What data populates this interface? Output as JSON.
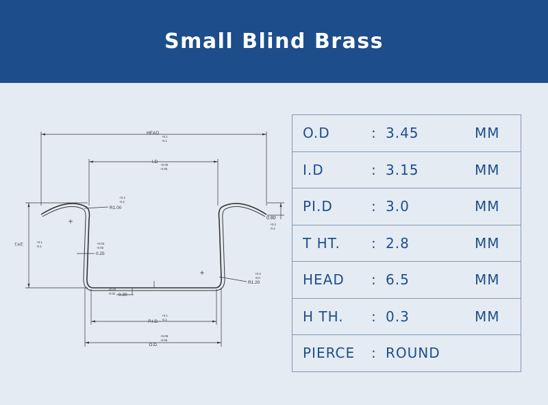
{
  "title": "Small Blind Brass",
  "drawing": {
    "head_label": "HEAD",
    "head_tol_plus": "+0.1",
    "head_tol_minus": "-0.1",
    "id_label": "I.D",
    "id_tol_plus": "+0.05",
    "id_tol_minus": "-0.05",
    "r_top_tol_plus": "+0.2",
    "r_top_tol_minus": "-0.2",
    "r_top_label": "R1.00",
    "tht_label": "T.HT.",
    "tht_tol_plus": "+0.1",
    "tht_tol_minus": "-0.1",
    "wall_tol_plus": "+0.02",
    "wall_tol_minus": "-0.02",
    "wall_label": "0.25",
    "lip_label": "0.80",
    "lip_tol_plus": "+0.2",
    "lip_tol_minus": "-0.2",
    "r_bottom_tol_plus": "+0.2",
    "r_bottom_tol_minus": "-0.0",
    "r_bottom_label": "R1.20",
    "base_tol_plus": "+0.02",
    "base_tol_minus": "-0.02",
    "base_label": "0.30",
    "pid_label": "P.I.D.",
    "pid_tol_plus": "+0.1",
    "pid_tol_minus": "-0.1",
    "od_label": "O.D.",
    "od_tol_plus": "+0.05",
    "od_tol_minus": "-0.05"
  },
  "specs": [
    {
      "label": "O.D",
      "colon": ":",
      "value": "3.45",
      "unit": "MM"
    },
    {
      "label": "I.D",
      "colon": ":",
      "value": "3.15",
      "unit": "MM"
    },
    {
      "label": "PI.D",
      "colon": ":",
      "value": "3.0",
      "unit": "MM"
    },
    {
      "label": "T HT.",
      "colon": ":",
      "value": "2.8",
      "unit": "MM"
    },
    {
      "label": "HEAD",
      "colon": ":",
      "value": "6.5",
      "unit": "MM"
    },
    {
      "label": "H TH.",
      "colon": ":",
      "value": "0.3",
      "unit": "MM"
    },
    {
      "label": "PIERCE",
      "colon": ":",
      "value": "ROUND",
      "unit": ""
    }
  ]
}
